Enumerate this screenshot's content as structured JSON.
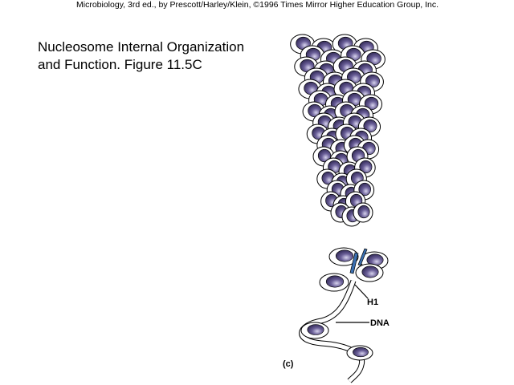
{
  "credit": "Microbiology, 3rd ed., by Prescott/Harley/Klein, ©1996 Times Mirror Higher Education Group, Inc.",
  "title_line1": "Nucleosome Internal Organization",
  "title_line2": "and Function.  Figure 11.5C",
  "figure": {
    "label_h1": "H1",
    "label_dna": "DNA",
    "panel_label": "(c)",
    "colors": {
      "histone": "#4a3f78",
      "histone_light": "#c8c4e0",
      "dna": "#ffffff",
      "outline": "#000000",
      "h1": "#3a6fb0"
    }
  }
}
